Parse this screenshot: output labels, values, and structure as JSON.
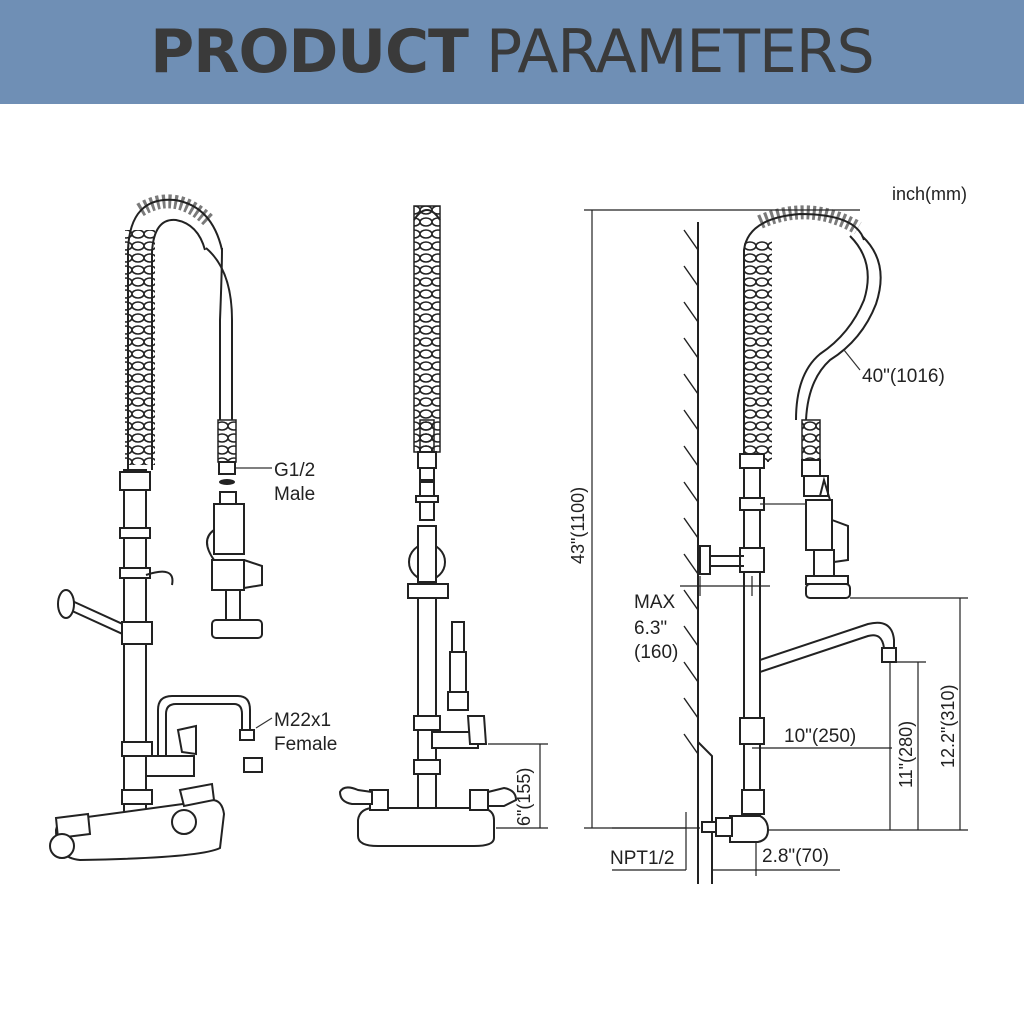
{
  "header": {
    "title_bold": "PRODUCT",
    "title_light": "PARAMETERS",
    "bg_color": "#6f8fb5"
  },
  "units": "inch(mm)",
  "labels": {
    "inlet": [
      "G1/2",
      "Male"
    ],
    "outlet": [
      "M22x1",
      "Female"
    ],
    "hose": "40\"(1016)",
    "total_height": "43\"(1100)",
    "max_offset": [
      "MAX",
      "6.3\"",
      "(160)"
    ],
    "inlet_height": "6\"(155)",
    "spout_length": "10\"(250)",
    "spout_height": "11\"(280)",
    "head_height": "12.2\"(310)",
    "wall_offset": "2.8\"(70)",
    "thread": "NPT1/2"
  }
}
